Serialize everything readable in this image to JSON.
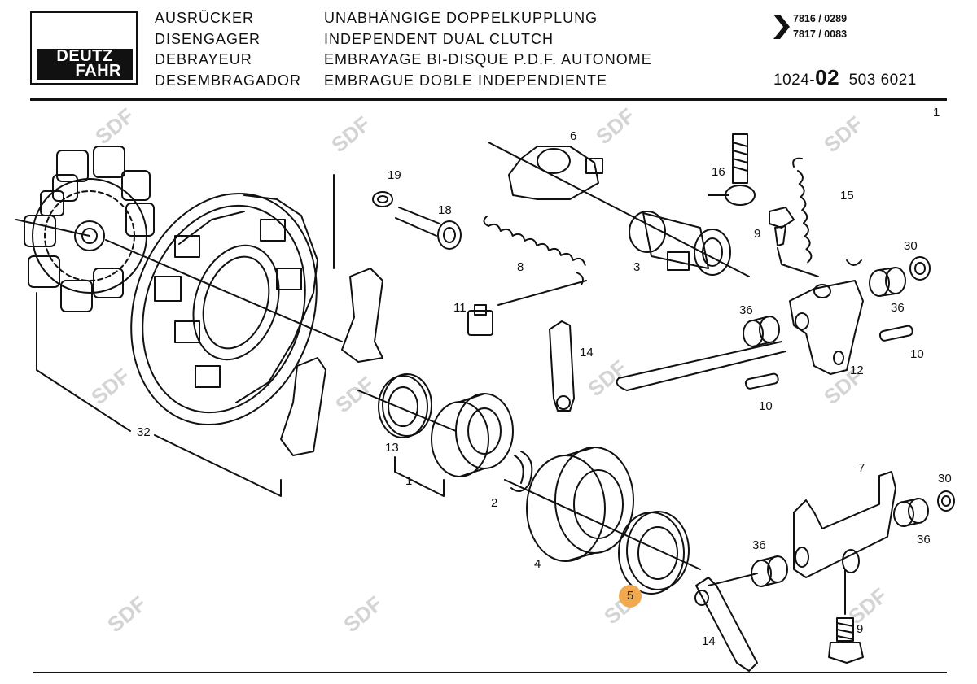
{
  "logo": {
    "line1": "DEUTZ",
    "line2": "FAHR"
  },
  "header": {
    "column_left": [
      "AUSRÜCKER",
      "DISENGAGER",
      "DEBRAYEUR",
      "DESEMBRAGADOR"
    ],
    "column_right": [
      "UNABHÄNGIGE DOPPELKUPPLUNG",
      "INDEPENDENT DUAL CLUTCH",
      "EMBRAYAGE BI-DISQUE P.D.F. AUTONOME",
      "EMBRAGUE DOBLE INDEPENDIENTE"
    ],
    "ref_codes": [
      "7816 / 0289",
      "7817 / 0083"
    ],
    "code_prefix": "1024-",
    "code_main": "02",
    "code_suffix": "503 6021",
    "page_number": "1"
  },
  "watermark": "SDF",
  "highlight_label": "5",
  "labels": {
    "p1": "1",
    "p2": "2",
    "p3": "3",
    "p4": "4",
    "p6": "6",
    "p7": "7",
    "p8": "8",
    "p9a": "9",
    "p9b": "9",
    "p10a": "10",
    "p10b": "10",
    "p11": "11",
    "p12": "12",
    "p13": "13",
    "p14a": "14",
    "p14b": "14",
    "p15": "15",
    "p16": "16",
    "p18": "18",
    "p19": "19",
    "p30a": "30",
    "p30b": "30",
    "p32": "32",
    "p36a": "36",
    "p36b": "36",
    "p36c": "36",
    "p36d": "36"
  }
}
